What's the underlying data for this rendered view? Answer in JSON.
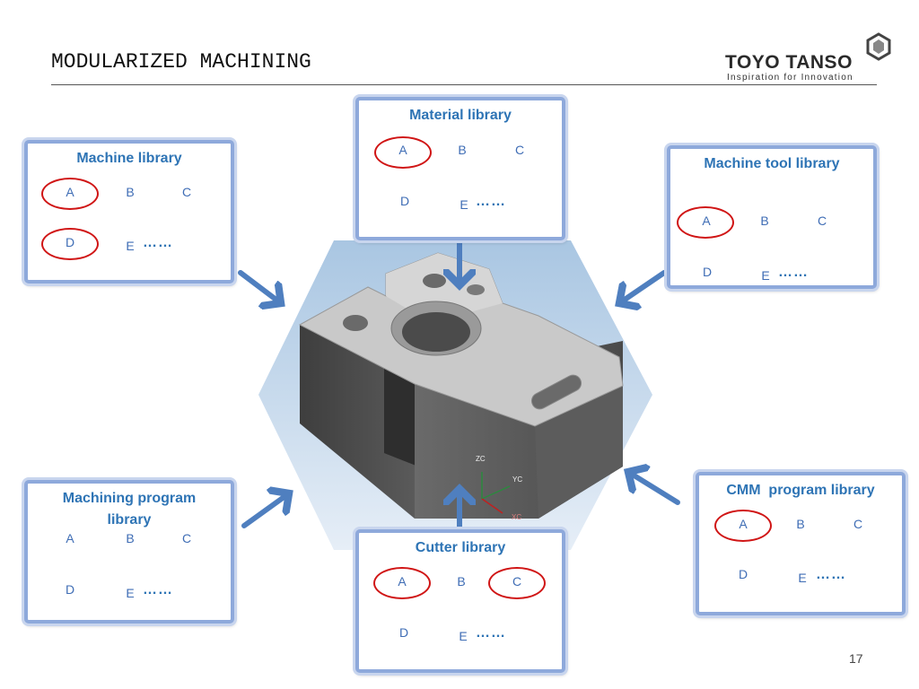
{
  "slide": {
    "title": "MODULARIZED MACHINING",
    "page_number": "17",
    "logo": {
      "name": "TOYO TANSO",
      "tagline": "Inspiration for Innovation"
    }
  },
  "libraries": {
    "material": {
      "title": "Material library",
      "items": [
        "A",
        "B",
        "C",
        "D",
        "E"
      ],
      "more": "……",
      "selected": [
        "A"
      ]
    },
    "machine": {
      "title": "Machine library",
      "items": [
        "A",
        "B",
        "C",
        "D",
        "E"
      ],
      "more": "……",
      "selected": [
        "A",
        "D"
      ]
    },
    "machine_tool": {
      "title": "Machine tool library",
      "items": [
        "A",
        "B",
        "C",
        "D",
        "E"
      ],
      "more": "……",
      "selected": [
        "A"
      ]
    },
    "machining_prog": {
      "title_line1": "Machining program",
      "title_line2": "library",
      "items": [
        "A",
        "B",
        "C",
        "D",
        "E"
      ],
      "more": "……",
      "selected": []
    },
    "cutter": {
      "title": "Cutter library",
      "items": [
        "A",
        "B",
        "C",
        "D",
        "E"
      ],
      "more": "……",
      "selected": [
        "A",
        "C"
      ]
    },
    "cmm": {
      "title": "CMM  program library",
      "items": [
        "A",
        "B",
        "C",
        "D",
        "E"
      ],
      "more": "……",
      "selected": [
        "A"
      ]
    }
  },
  "model": {
    "axis_labels": {
      "zc": "ZC",
      "yc": "YC",
      "xc": "XC"
    }
  },
  "colors": {
    "box_border": "#8ea9db",
    "title_blue": "#2e74b5",
    "item_blue": "#3f6db5",
    "ring_red": "#d01515",
    "arrow_blue": "#4f7fbf"
  }
}
